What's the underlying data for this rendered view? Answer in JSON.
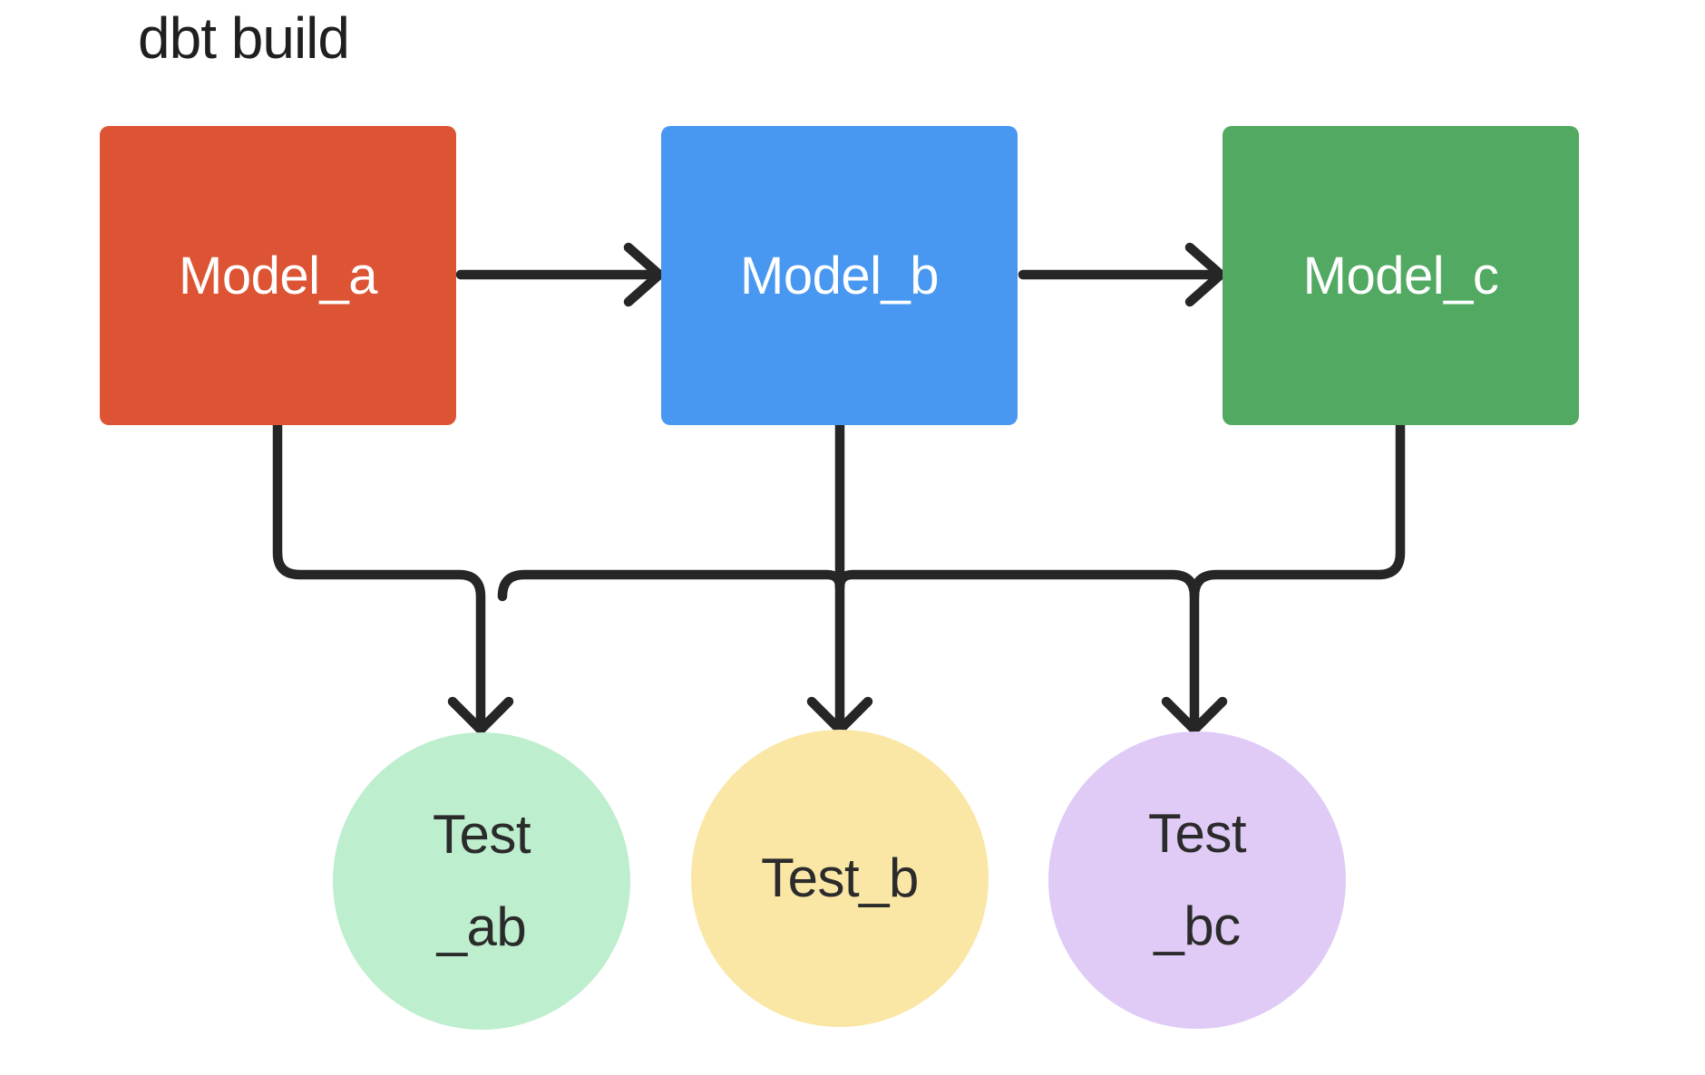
{
  "title": "dbt build",
  "colors": {
    "background": "#ffffff",
    "connector": "#262626",
    "title_text": "#1f1f1f",
    "model_label_text": "#ffffff",
    "test_label_text": "#2b2b2b",
    "model_a_fill": "#dc5434",
    "model_b_fill": "#4897f0",
    "model_c_fill": "#52a961",
    "test_ab_fill": "#bdeecd",
    "test_b_fill": "#fae6a5",
    "test_bc_fill": "#dfcbf6"
  },
  "diagram": {
    "models": [
      {
        "label": "Model_a"
      },
      {
        "label": "Model_b"
      },
      {
        "label": "Model_c"
      }
    ],
    "tests": [
      {
        "lines": [
          "Test",
          "_ab"
        ]
      },
      {
        "lines": [
          "Test_b"
        ]
      },
      {
        "lines": [
          "Test",
          "_bc"
        ]
      }
    ],
    "edges": [
      {
        "from": "Model_a",
        "to": "Model_b",
        "type": "arrow"
      },
      {
        "from": "Model_b",
        "to": "Model_c",
        "type": "arrow"
      },
      {
        "from": "Model_a",
        "to": "Test_ab",
        "type": "merged-arrow"
      },
      {
        "from": "Model_b",
        "to": "Test_b",
        "type": "merged-arrow"
      },
      {
        "from": "Model_c",
        "to": "Test_bc",
        "type": "merged-arrow"
      }
    ]
  }
}
